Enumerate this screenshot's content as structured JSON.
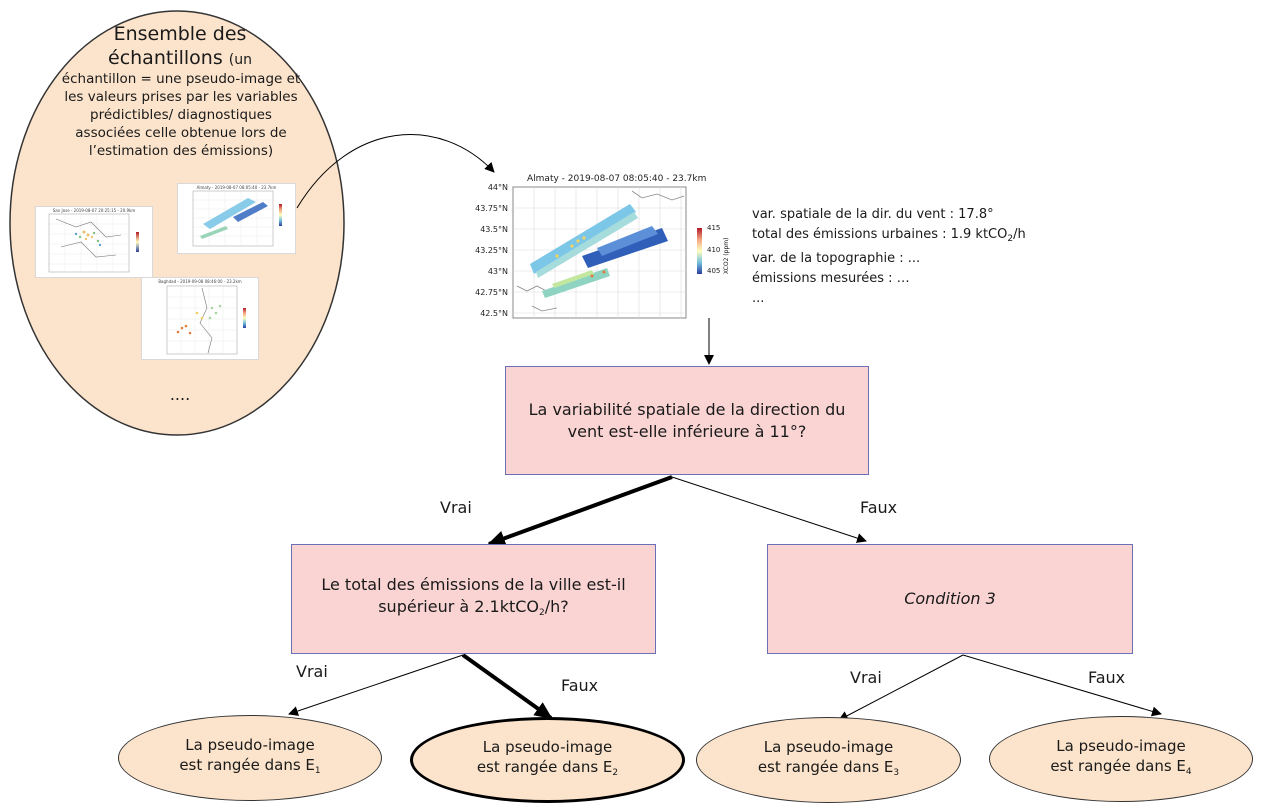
{
  "sample_set": {
    "title": "Ensemble des échantillons",
    "title_suffix": "(un",
    "description": "échantillon = une pseudo-image et les valeurs prises par les variables prédictibles/ diagnostiques associées celle obtenue lors de l’estimation des émissions)",
    "ellipsis": "....",
    "mini_plot_titles": [
      "San Jose - 2019-08-07 20:25:15 - 20.9km",
      "Almaty - 2019-08-07 08:05:40 - 23.7km",
      "Baghdad - 2019-09-08 08:46:00 - 23.2km"
    ]
  },
  "sample_plot": {
    "title": "Almaty - 2019-08-07 08:05:40 - 23.7km",
    "y_ticks": [
      "44°N",
      "43.75°N",
      "43.5°N",
      "43.25°N",
      "43°N",
      "42.75°N",
      "42.5°N"
    ],
    "colorbar_ticks": [
      "415",
      "410",
      "405"
    ],
    "colorbar_label": "XCO2 (ppm)"
  },
  "sample_values": {
    "line1": "var. spatiale de la dir. du vent : 17.8°",
    "line2_prefix": "total des émissions urbaines : 1.9 ktCO",
    "line2_sub": "2",
    "line2_suffix": "/h",
    "line3": "var. de la topographie : ...",
    "line4": "émissions mesurées : …",
    "line5": "..."
  },
  "root_node": {
    "text": "La variabilité spatiale de la direction du vent est-elle inférieure à 11°?"
  },
  "left_node": {
    "text_prefix": "Le total des émissions de la ville est-il supérieur à 2.1ktCO",
    "sub": "2",
    "suffix": "/h?"
  },
  "right_node": {
    "text": "Condition 3"
  },
  "edge_labels": {
    "true": "Vrai",
    "false": "Faux"
  },
  "leaves": [
    {
      "line1": "La pseudo-image",
      "line2": "est rangée dans E",
      "sub": "1"
    },
    {
      "line1": "La pseudo-image",
      "line2": "est rangée dans E",
      "sub": "2"
    },
    {
      "line1": "La pseudo-image",
      "line2": "est rangée dans E",
      "sub": "3"
    },
    {
      "line1": "La pseudo-image",
      "line2": "est rangée dans E",
      "sub": "4"
    }
  ]
}
